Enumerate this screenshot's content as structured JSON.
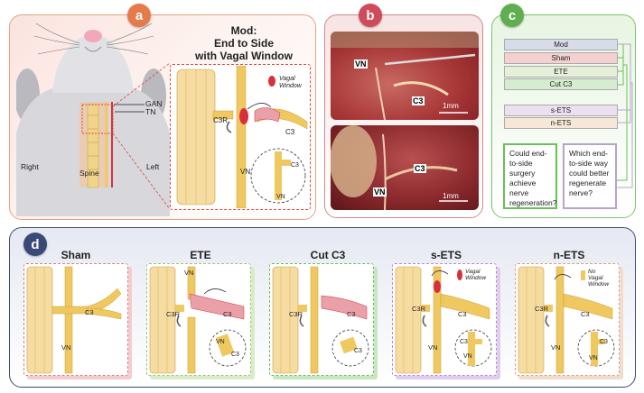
{
  "panel_a": {
    "badge": "a",
    "title_line1": "Mod:",
    "title_line2": "End to Side",
    "title_line3": "with Vagal Window",
    "labels": {
      "gan": "GAN",
      "tn": "TN",
      "right": "Right",
      "spine": "Spine",
      "left": "Left",
      "c3r": "C3R",
      "c3": "C3",
      "vn": "VN",
      "vagal_window": "Vagal\nWindow",
      "inset_c3": "C3",
      "inset_vn": "VN"
    }
  },
  "panel_b": {
    "badge": "b",
    "top": {
      "vn": "VN",
      "c3": "C3",
      "scale": "1mm"
    },
    "bottom": {
      "vn": "VN",
      "c3": "C3",
      "scale": "1mm"
    }
  },
  "panel_c": {
    "badge": "c",
    "groups": [
      "Mod",
      "Sham",
      "ETE",
      "Cut C3",
      "s-ETS",
      "n-ETS"
    ],
    "group_colors": [
      "#d7dde8",
      "#f4d0d0",
      "#e6f0d8",
      "#d6ecd0",
      "#ecdff0",
      "#f7e7d8"
    ],
    "question1": "Could end-to-side surgery achieve nerve regeneration?",
    "question2": "Which end-to-side way could better regenerate nerve?"
  },
  "panel_d": {
    "badge": "d",
    "subpanels": [
      {
        "title": "Sham",
        "labels": [
          "C3",
          "VN"
        ]
      },
      {
        "title": "ETE",
        "labels": [
          "VN",
          "C3R",
          "C3",
          "VN",
          "C3"
        ]
      },
      {
        "title": "Cut C3",
        "labels": [
          "C3R",
          "C3",
          "C3"
        ]
      },
      {
        "title": "s-ETS",
        "labels": [
          "Vagal\nWindow",
          "C3R",
          "C3",
          "VN",
          "C3",
          "VN"
        ]
      },
      {
        "title": "n-ETS",
        "labels": [
          "No\nVagal\nWindow",
          "C3R",
          "C3",
          "VN",
          "C3",
          "VN"
        ]
      }
    ]
  },
  "colors": {
    "nerve": "#f0c860",
    "nerve_dark": "#c9a040",
    "red": "#d8303a",
    "a_frame": "#e07a4a",
    "b_frame": "#c04a4a",
    "c_frame": "#6abf5a",
    "d_frame": "#3a4a78"
  }
}
